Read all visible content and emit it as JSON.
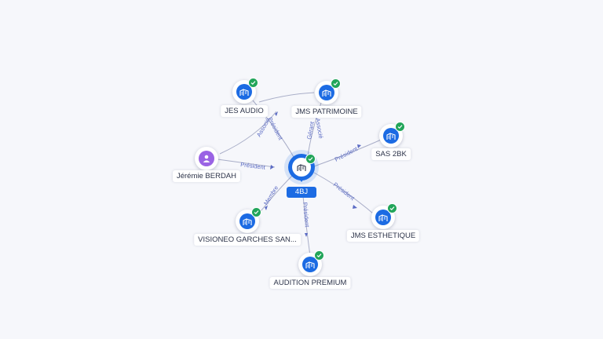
{
  "colors": {
    "company": "#1c6be3",
    "person": "#9a63e4",
    "verified": "#22a55a",
    "edge_label": "#5b6bc4"
  },
  "center": {
    "label": "4BJ",
    "icon": "building-icon"
  },
  "nodes": {
    "jes_audio": {
      "label": "JES AUDIO",
      "icon": "building-icon",
      "verified": true
    },
    "jms_patrimoine": {
      "label": "JMS PATRIMOINE",
      "icon": "building-icon",
      "verified": true
    },
    "sas_2bk": {
      "label": "SAS 2BK",
      "icon": "building-icon",
      "verified": true
    },
    "jeremie_berdah": {
      "label": "Jérémie BERDAH",
      "icon": "person-icon",
      "verified": false
    },
    "visioneo": {
      "label": "VISIONEO GARCHES SAN...",
      "icon": "building-icon",
      "verified": true
    },
    "jms_esthetique": {
      "label": "JMS ESTHETIQUE",
      "icon": "building-icon",
      "verified": true
    },
    "audition_premium": {
      "label": "AUDITION PREMIUM",
      "icon": "building-icon",
      "verified": true
    }
  },
  "edges": {
    "berdah_center": "Président",
    "berdah_jes_audio": "Associé",
    "center_jes_audio": "Président",
    "center_jms_patrimoine_1": "Gérant",
    "center_jms_patrimoine_2": "Associé",
    "center_sas_2bk": "Président",
    "center_jms_esthetique": "Président",
    "center_visioneo": "Membre",
    "center_audition_premium": "Président"
  }
}
